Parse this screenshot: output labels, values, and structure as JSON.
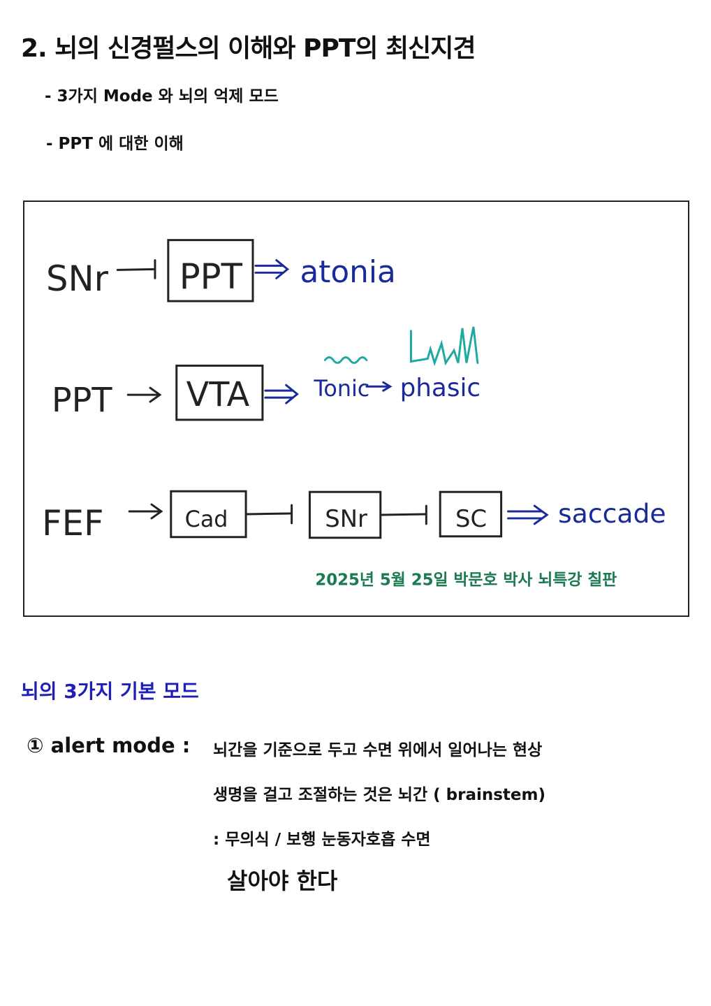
{
  "title": "2. 뇌의 신경펄스의 이해와 PPT의 최신지견",
  "bullets": [
    "-   3가지 Mode 와 뇌의 억제 모드",
    "-  PPT 에 대한 이해"
  ],
  "diagram": {
    "row1": {
      "source": "SNr",
      "box": "PPT",
      "result": "atonia"
    },
    "row2": {
      "source": "PPT",
      "box": "VTA",
      "result_from": "Tonic",
      "result_to": "phasic"
    },
    "row3": {
      "source": "FEF",
      "box1": "Cad",
      "box2": "SNr",
      "box3": "SC",
      "result": "saccade"
    },
    "caption": "2025년 5월 25일 박문호 박사 뇌특강 칠판",
    "colors": {
      "ink": "#222222",
      "blue": "#1a2a9a",
      "teal": "#1fa9a0",
      "caption": "#1a7a50"
    }
  },
  "section": {
    "heading": "뇌의 3가지 기본 모드",
    "mode_label": "① alert mode :",
    "lines": [
      "뇌간을 기준으로 두고 수면 위에서 일어나는 현상",
      "생명을 걸고 조절하는 것은 뇌간 ( brainstem)",
      ": 무의식 / 보행 눈동자호흡 수면",
      "살아야 한다"
    ]
  }
}
